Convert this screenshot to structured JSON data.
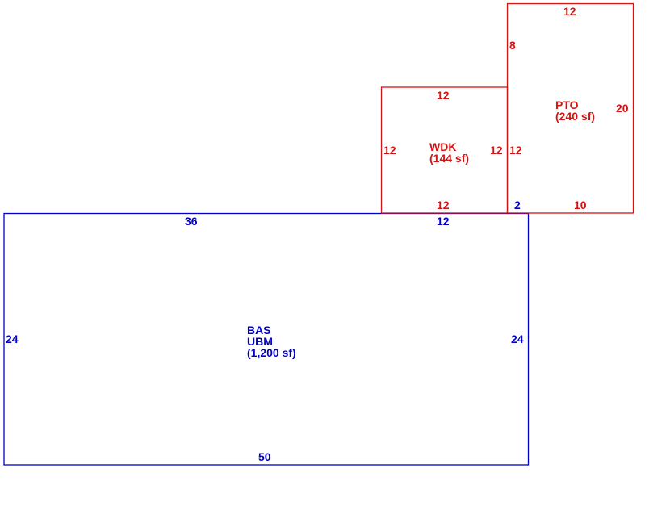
{
  "colors": {
    "base": "#0000c8",
    "addition": "#d21414",
    "background": "#ffffff"
  },
  "areas": {
    "bas": {
      "code": "BAS",
      "code2": "UBM",
      "area": "(1,200 sf)",
      "dims": {
        "top_left": "36",
        "top_right": "12",
        "left": "24",
        "right": "24",
        "bottom": "50"
      }
    },
    "wdk": {
      "code": "WDK",
      "area": "(144 sf)",
      "dims": {
        "top": "12",
        "left": "12",
        "right": "12",
        "bottom": "12"
      }
    },
    "pto": {
      "code": "PTO",
      "area": "(240 sf)",
      "dims": {
        "top": "12",
        "upper_left": "8",
        "lower_left": "12",
        "right": "20",
        "bottom_left": "2",
        "bottom": "10"
      }
    }
  }
}
